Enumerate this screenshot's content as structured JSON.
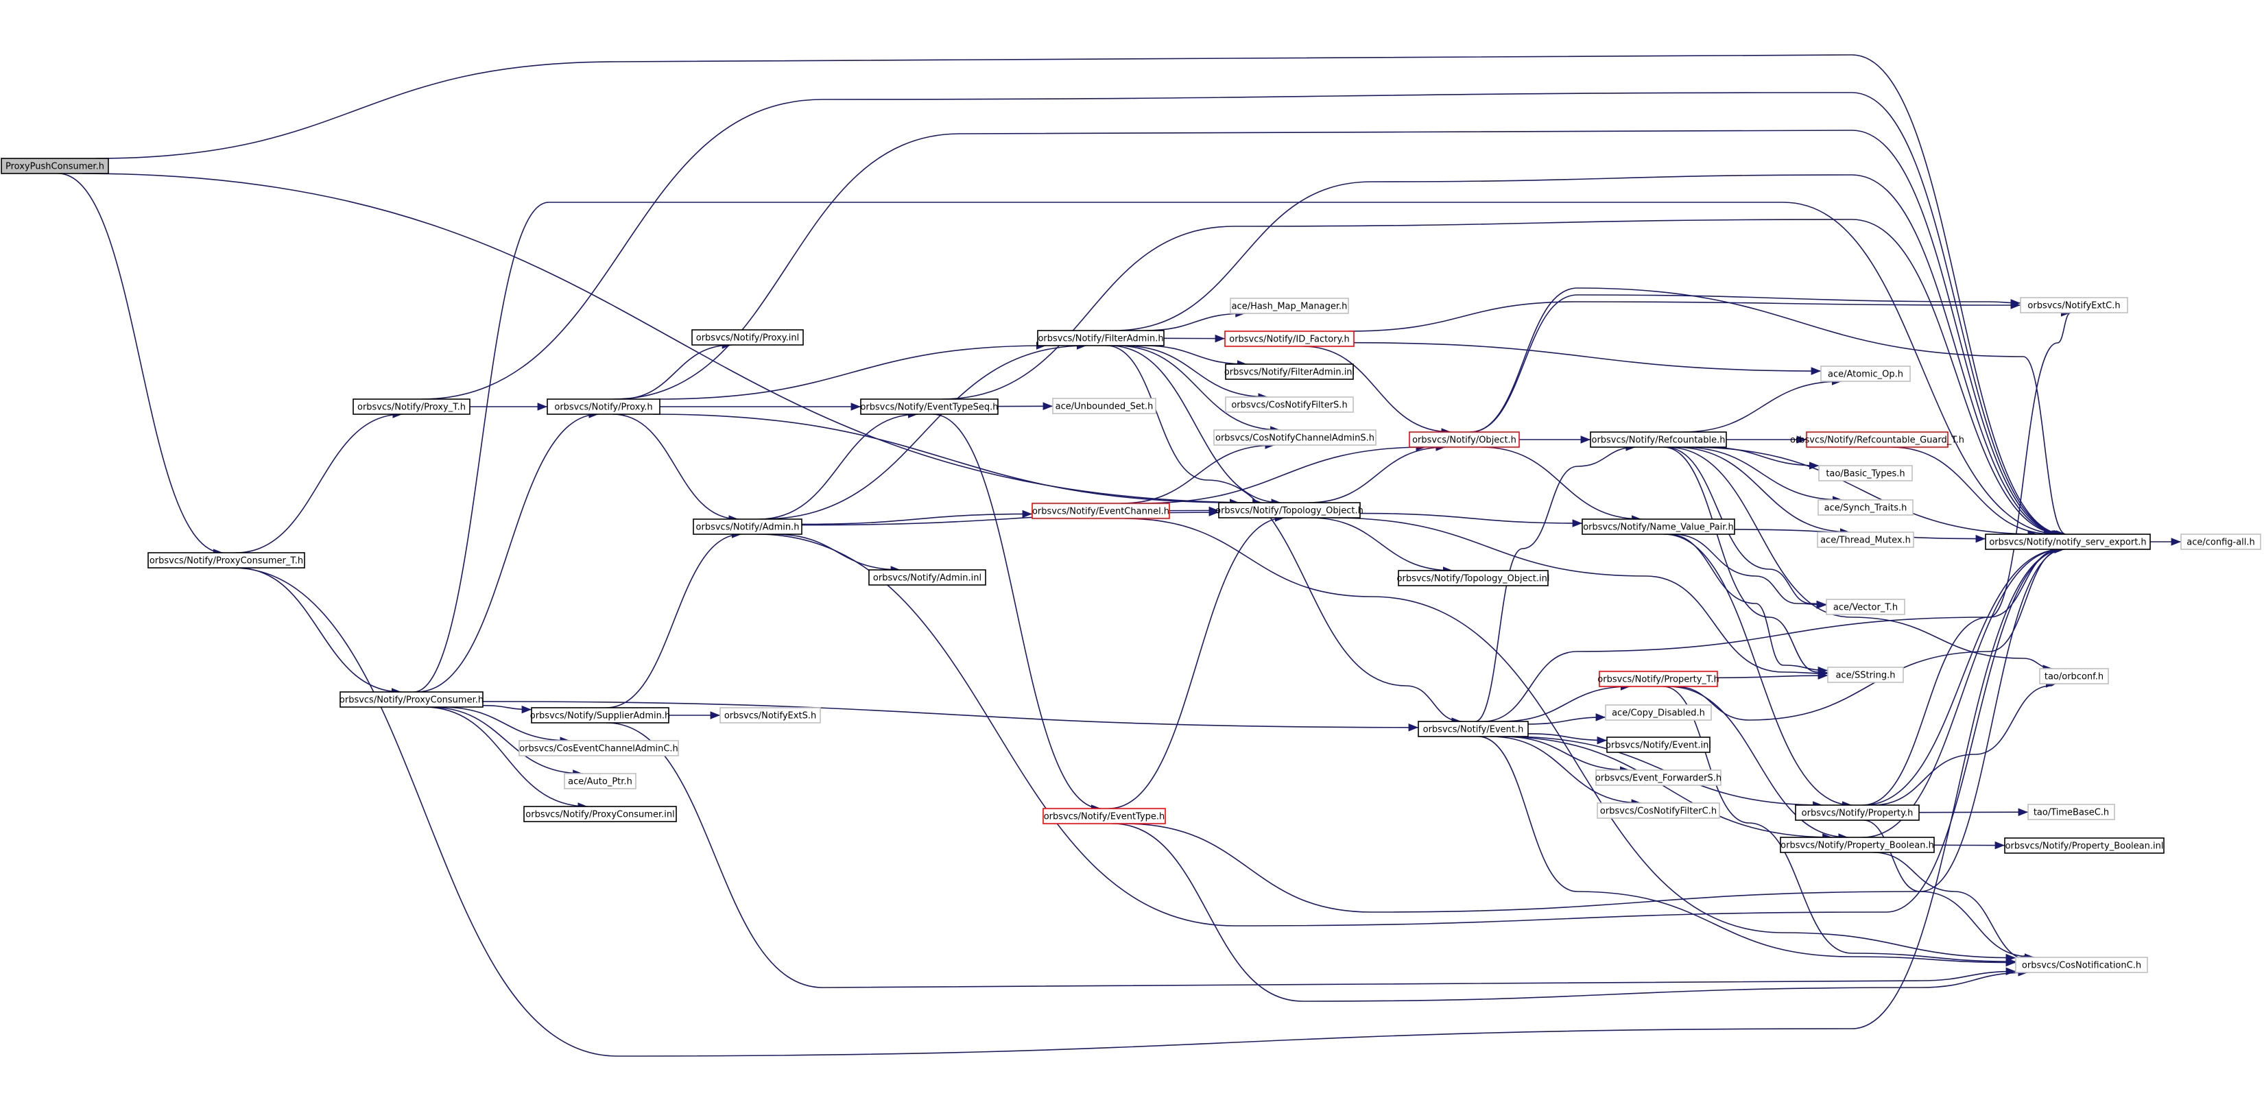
{
  "colors": {
    "edge": "#191970",
    "border_default": "#000000",
    "border_marked": "#ff0000",
    "border_external": "#bfbfbf",
    "fill_root": "#bfbfbf",
    "fill_default": "#ffffff"
  },
  "nodes": [
    {
      "id": "n1",
      "label": "ProxyPushConsumer.h",
      "style": "root"
    },
    {
      "id": "n2",
      "label": "orbsvcs/Notify/Proxy_T.h",
      "style": "default"
    },
    {
      "id": "n3",
      "label": "orbsvcs/Notify/Proxy.h",
      "style": "default"
    },
    {
      "id": "n4",
      "label": "orbsvcs/Notify/Proxy.inl",
      "style": "default"
    },
    {
      "id": "n5",
      "label": "orbsvcs/Notify/FilterAdmin.h",
      "style": "default"
    },
    {
      "id": "n6",
      "label": "ace/Hash_Map_Manager.h",
      "style": "external"
    },
    {
      "id": "n7",
      "label": "orbsvcs/Notify/ID_Factory.h",
      "style": "marked"
    },
    {
      "id": "n8",
      "label": "orbsvcs/Notify/FilterAdmin.inl",
      "style": "default"
    },
    {
      "id": "n9",
      "label": "orbsvcs/CosNotifyFilterS.h",
      "style": "external"
    },
    {
      "id": "n10",
      "label": "orbsvcs/CosNotifyChannelAdminS.h",
      "style": "external"
    },
    {
      "id": "n11",
      "label": "orbsvcs/Notify/EventTypeSeq.h",
      "style": "default"
    },
    {
      "id": "n12",
      "label": "ace/Unbounded_Set.h",
      "style": "external"
    },
    {
      "id": "n13",
      "label": "orbsvcs/Notify/Admin.h",
      "style": "default"
    },
    {
      "id": "n14",
      "label": "orbsvcs/Notify/EventChannel.h",
      "style": "marked"
    },
    {
      "id": "n15",
      "label": "orbsvcs/Notify/Topology_Object.h",
      "style": "default"
    },
    {
      "id": "n16",
      "label": "orbsvcs/Notify/Admin.inl",
      "style": "default"
    },
    {
      "id": "n17",
      "label": "orbsvcs/Notify/ProxyConsumer_T.h",
      "style": "default"
    },
    {
      "id": "n18",
      "label": "orbsvcs/Notify/ProxyConsumer.h",
      "style": "default"
    },
    {
      "id": "n19",
      "label": "orbsvcs/Notify/SupplierAdmin.h",
      "style": "default"
    },
    {
      "id": "n20",
      "label": "orbsvcs/NotifyExtS.h",
      "style": "external"
    },
    {
      "id": "n21",
      "label": "orbsvcs/CosEventChannelAdminC.h",
      "style": "external"
    },
    {
      "id": "n22",
      "label": "ace/Auto_Ptr.h",
      "style": "external"
    },
    {
      "id": "n23",
      "label": "orbsvcs/Notify/ProxyConsumer.inl",
      "style": "default"
    },
    {
      "id": "n24",
      "label": "orbsvcs/Notify/EventType.h",
      "style": "marked"
    },
    {
      "id": "n25",
      "label": "orbsvcs/Notify/Object.h",
      "style": "marked"
    },
    {
      "id": "n26",
      "label": "orbsvcs/Notify/Refcountable.h",
      "style": "default"
    },
    {
      "id": "n27",
      "label": "orbsvcs/Notify/Refcountable_Guard_T.h",
      "style": "marked"
    },
    {
      "id": "n28",
      "label": "orbsvcs/Notify/Name_Value_Pair.h",
      "style": "default"
    },
    {
      "id": "n29",
      "label": "orbsvcs/Notify/Topology_Object.inl",
      "style": "default"
    },
    {
      "id": "n30",
      "label": "orbsvcs/Notify/Event.h",
      "style": "default"
    },
    {
      "id": "n31",
      "label": "orbsvcs/Notify/Property_T.h",
      "style": "marked"
    },
    {
      "id": "n32",
      "label": "ace/Copy_Disabled.h",
      "style": "external"
    },
    {
      "id": "n33",
      "label": "orbsvcs/Notify/Event.inl",
      "style": "default"
    },
    {
      "id": "n34",
      "label": "orbsvcs/Event_ForwarderS.h",
      "style": "external"
    },
    {
      "id": "n35",
      "label": "orbsvcs/CosNotifyFilterC.h",
      "style": "external"
    },
    {
      "id": "n36",
      "label": "orbsvcs/Notify/Property.h",
      "style": "default"
    },
    {
      "id": "n37",
      "label": "orbsvcs/Notify/Property_Boolean.h",
      "style": "default"
    },
    {
      "id": "n38",
      "label": "orbsvcs/Notify/Property_Boolean.inl",
      "style": "default"
    },
    {
      "id": "n39",
      "label": "orbsvcs/NotifyExtC.h",
      "style": "external"
    },
    {
      "id": "n40",
      "label": "ace/Atomic_Op.h",
      "style": "external"
    },
    {
      "id": "n41",
      "label": "tao/Basic_Types.h",
      "style": "external"
    },
    {
      "id": "n42",
      "label": "ace/Synch_Traits.h",
      "style": "external"
    },
    {
      "id": "n43",
      "label": "ace/Thread_Mutex.h",
      "style": "external"
    },
    {
      "id": "n44",
      "label": "orbsvcs/Notify/notify_serv_export.h",
      "style": "default"
    },
    {
      "id": "n45",
      "label": "ace/config-all.h",
      "style": "external"
    },
    {
      "id": "n46",
      "label": "ace/Vector_T.h",
      "style": "external"
    },
    {
      "id": "n47",
      "label": "ace/SString.h",
      "style": "external"
    },
    {
      "id": "n48",
      "label": "tao/orbconf.h",
      "style": "external"
    },
    {
      "id": "n49",
      "label": "tao/TimeBaseC.h",
      "style": "external"
    },
    {
      "id": "n50",
      "label": "orbsvcs/CosNotificationC.h",
      "style": "external"
    }
  ],
  "edges": [
    [
      "n1",
      "n17"
    ],
    [
      "n1",
      "n15"
    ],
    [
      "n1",
      "n44"
    ],
    [
      "n17",
      "n2"
    ],
    [
      "n17",
      "n18"
    ],
    [
      "n17",
      "n44"
    ],
    [
      "n2",
      "n3"
    ],
    [
      "n2",
      "n44"
    ],
    [
      "n3",
      "n4"
    ],
    [
      "n3",
      "n5"
    ],
    [
      "n3",
      "n11"
    ],
    [
      "n3",
      "n13"
    ],
    [
      "n3",
      "n15"
    ],
    [
      "n3",
      "n44"
    ],
    [
      "n5",
      "n6"
    ],
    [
      "n5",
      "n7"
    ],
    [
      "n5",
      "n8"
    ],
    [
      "n5",
      "n9"
    ],
    [
      "n5",
      "n10"
    ],
    [
      "n5",
      "n15"
    ],
    [
      "n5",
      "n30"
    ],
    [
      "n5",
      "n44"
    ],
    [
      "n7",
      "n25"
    ],
    [
      "n7",
      "n40"
    ],
    [
      "n7",
      "n39"
    ],
    [
      "n11",
      "n12"
    ],
    [
      "n11",
      "n24"
    ],
    [
      "n11",
      "n44"
    ],
    [
      "n13",
      "n5"
    ],
    [
      "n13",
      "n11"
    ],
    [
      "n13",
      "n14"
    ],
    [
      "n13",
      "n15"
    ],
    [
      "n13",
      "n16"
    ],
    [
      "n13",
      "n44"
    ],
    [
      "n14",
      "n10"
    ],
    [
      "n14",
      "n15"
    ],
    [
      "n14",
      "n25"
    ],
    [
      "n14",
      "n50"
    ],
    [
      "n15",
      "n25"
    ],
    [
      "n15",
      "n28"
    ],
    [
      "n15",
      "n29"
    ],
    [
      "n15",
      "n47"
    ],
    [
      "n18",
      "n3"
    ],
    [
      "n18",
      "n19"
    ],
    [
      "n18",
      "n21"
    ],
    [
      "n18",
      "n22"
    ],
    [
      "n18",
      "n23"
    ],
    [
      "n18",
      "n30"
    ],
    [
      "n18",
      "n44"
    ],
    [
      "n19",
      "n13"
    ],
    [
      "n19",
      "n20"
    ],
    [
      "n19",
      "n50"
    ],
    [
      "n24",
      "n15"
    ],
    [
      "n24",
      "n44"
    ],
    [
      "n24",
      "n50"
    ],
    [
      "n25",
      "n26"
    ],
    [
      "n25",
      "n28"
    ],
    [
      "n25",
      "n44"
    ],
    [
      "n25",
      "n39"
    ],
    [
      "n26",
      "n27"
    ],
    [
      "n26",
      "n41"
    ],
    [
      "n26",
      "n42"
    ],
    [
      "n26",
      "n43"
    ],
    [
      "n26",
      "n40"
    ],
    [
      "n26",
      "n44"
    ],
    [
      "n26",
      "n46"
    ],
    [
      "n26",
      "n47"
    ],
    [
      "n26",
      "n48"
    ],
    [
      "n27",
      "n44"
    ],
    [
      "n28",
      "n36"
    ],
    [
      "n28",
      "n46"
    ],
    [
      "n28",
      "n47"
    ],
    [
      "n28",
      "n44"
    ],
    [
      "n30",
      "n31"
    ],
    [
      "n30",
      "n32"
    ],
    [
      "n30",
      "n33"
    ],
    [
      "n30",
      "n34"
    ],
    [
      "n30",
      "n35"
    ],
    [
      "n30",
      "n36"
    ],
    [
      "n30",
      "n37"
    ],
    [
      "n30",
      "n26"
    ],
    [
      "n30",
      "n44"
    ],
    [
      "n30",
      "n50"
    ],
    [
      "n31",
      "n47"
    ],
    [
      "n31",
      "n37"
    ],
    [
      "n31",
      "n44"
    ],
    [
      "n31",
      "n50"
    ],
    [
      "n36",
      "n49"
    ],
    [
      "n36",
      "n44"
    ],
    [
      "n36",
      "n39"
    ],
    [
      "n36",
      "n48"
    ],
    [
      "n36",
      "n50"
    ],
    [
      "n37",
      "n38"
    ],
    [
      "n37",
      "n44"
    ],
    [
      "n37",
      "n50"
    ],
    [
      "n44",
      "n45"
    ]
  ]
}
